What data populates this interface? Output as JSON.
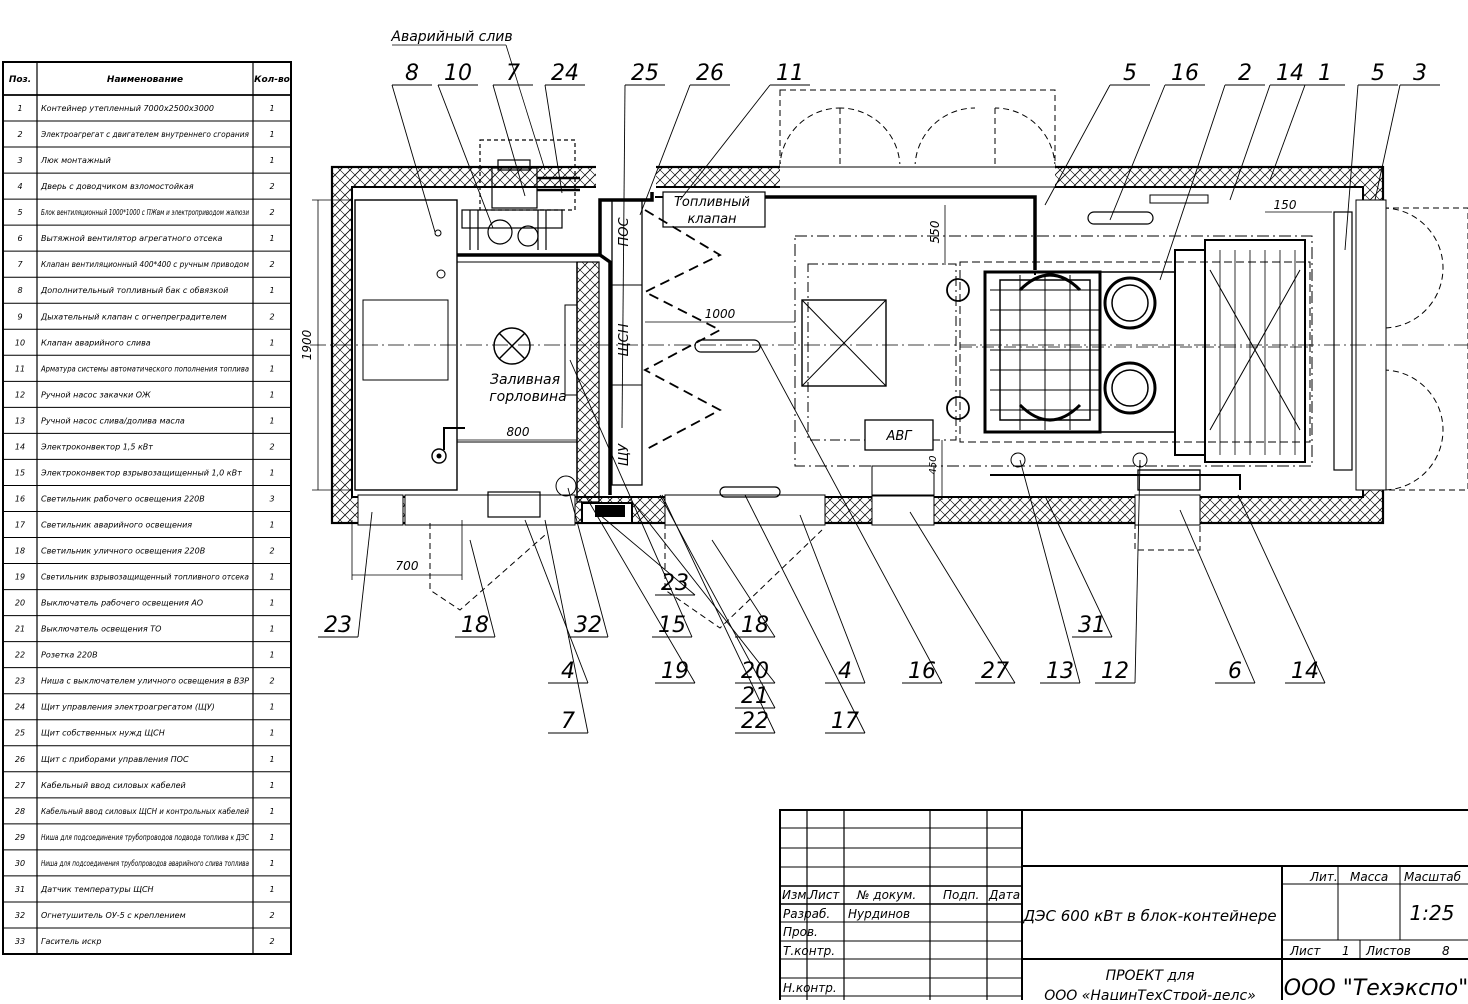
{
  "spec_table": {
    "headers": [
      "Поз.",
      "Наименование",
      "Кол-во"
    ],
    "rows": [
      [
        "1",
        "Контейнер утепленный 7000х2500х3000",
        "1"
      ],
      [
        "2",
        "Электроагрегат с двигателем внутреннего сгорания",
        "1"
      ],
      [
        "3",
        "Люк монтажный",
        "1"
      ],
      [
        "4",
        "Дверь с доводчиком взломостойкая",
        "2"
      ],
      [
        "5",
        "Блок вентиляционный 1000*1000 с ПЖвм и электроприводом жалюзи",
        "2"
      ],
      [
        "6",
        "Вытяжной вентилятор агрегатного отсека",
        "1"
      ],
      [
        "7",
        "Клапан вентиляционный 400*400 с ручным приводом",
        "2"
      ],
      [
        "8",
        "Дополнительный топливный бак с обвязкой",
        "1"
      ],
      [
        "9",
        "Дыхательный клапан с огнепреградителем",
        "2"
      ],
      [
        "10",
        "Клапан аварийного слива",
        "1"
      ],
      [
        "11",
        "Арматура системы автоматического пополнения топлива",
        "1"
      ],
      [
        "12",
        "Ручной насос закачки ОЖ",
        "1"
      ],
      [
        "13",
        "Ручной насос слива/долива масла",
        "1"
      ],
      [
        "14",
        "Электроконвектор 1,5 кВт",
        "2"
      ],
      [
        "15",
        "Электроконвектор взрывозащищенный 1,0 кВт",
        "1"
      ],
      [
        "16",
        "Светильник рабочего освещения 220В",
        "3"
      ],
      [
        "17",
        "Светильник аварийного освещения",
        "1"
      ],
      [
        "18",
        "Светильник уличного освещения 220В",
        "2"
      ],
      [
        "19",
        "Светильник взрывозащищенный топливного отсека",
        "1"
      ],
      [
        "20",
        "Выключатель рабочего освещения АО",
        "1"
      ],
      [
        "21",
        "Выключатель освещения ТО",
        "1"
      ],
      [
        "22",
        "Розетка 220В",
        "1"
      ],
      [
        "23",
        "Ниша с выключателем уличного освещения в ВЗР",
        "2"
      ],
      [
        "24",
        "Щит управления электроагрегатом (ЩУ)",
        "1"
      ],
      [
        "25",
        "Щит собственных нужд ЩСН",
        "1"
      ],
      [
        "26",
        "Щит с приборами управления ПОС",
        "1"
      ],
      [
        "27",
        "Кабельный ввод силовых кабелей",
        "1"
      ],
      [
        "28",
        "Кабельный ввод силовых ЩСН и контрольных кабелей",
        "1"
      ],
      [
        "29",
        "Ниша для подсоединения трубопроводов подвода топлива к ДЭС",
        "1"
      ],
      [
        "30",
        "Ниша для подсоединения трубопроводов аварийного слива топлива",
        "1"
      ],
      [
        "31",
        "Датчик температуры ЩСН",
        "1"
      ],
      [
        "32",
        "Огнетушитель ОУ-5 с креплением",
        "2"
      ],
      [
        "33",
        "Гаситель искр",
        "2"
      ]
    ]
  },
  "drawing": {
    "labels": {
      "emergency_drain": "Аварийный слив",
      "fuel_valve_line1": "Топливный",
      "fuel_valve_line2": "клапан",
      "filler_line1": "Заливная",
      "filler_line2": "горловина",
      "avg": "АВГ",
      "pos": "ПОС",
      "schsn": "ЩСН",
      "shu": "ЩУ"
    },
    "dims": {
      "d1900": "1900",
      "d550": "550",
      "d150": "150",
      "d1000": "1000",
      "d800": "800",
      "d700": "700",
      "d450": "450"
    },
    "callouts": {
      "top": [
        "8",
        "10",
        "7",
        "24",
        "25",
        "26",
        "11",
        "5",
        "16",
        "2",
        "14",
        "1",
        "5",
        "3"
      ],
      "bottom": [
        "23",
        "18",
        "32",
        "15",
        "18",
        "31",
        "4",
        "7",
        "19",
        "20",
        "21",
        "22",
        "4",
        "17",
        "16",
        "27",
        "13",
        "12",
        "6",
        "14",
        "23"
      ]
    }
  },
  "title_block": {
    "col_headers": [
      "Изм.",
      "Лист",
      "№ докум.",
      "Подп.",
      "Дата"
    ],
    "roles": [
      "Разраб.",
      "Пров.",
      "Т.контр.",
      "Н.контр."
    ],
    "developer": "Нурдинов",
    "title": "ДЭС 600 кВт в блок-контейнере",
    "lit_label": "Лит.",
    "mass_label": "Масса",
    "scale_label": "Масштаб",
    "scale": "1:25",
    "sheet_label": "Лист",
    "sheet_value": "1",
    "sheets_label": "Листов",
    "sheets_value": "8",
    "project_line": "ПРОЕКТ для",
    "customer_line": "ООО «НацинТехСтрой-делс»",
    "company": "ООО \"Техэкспо\""
  }
}
